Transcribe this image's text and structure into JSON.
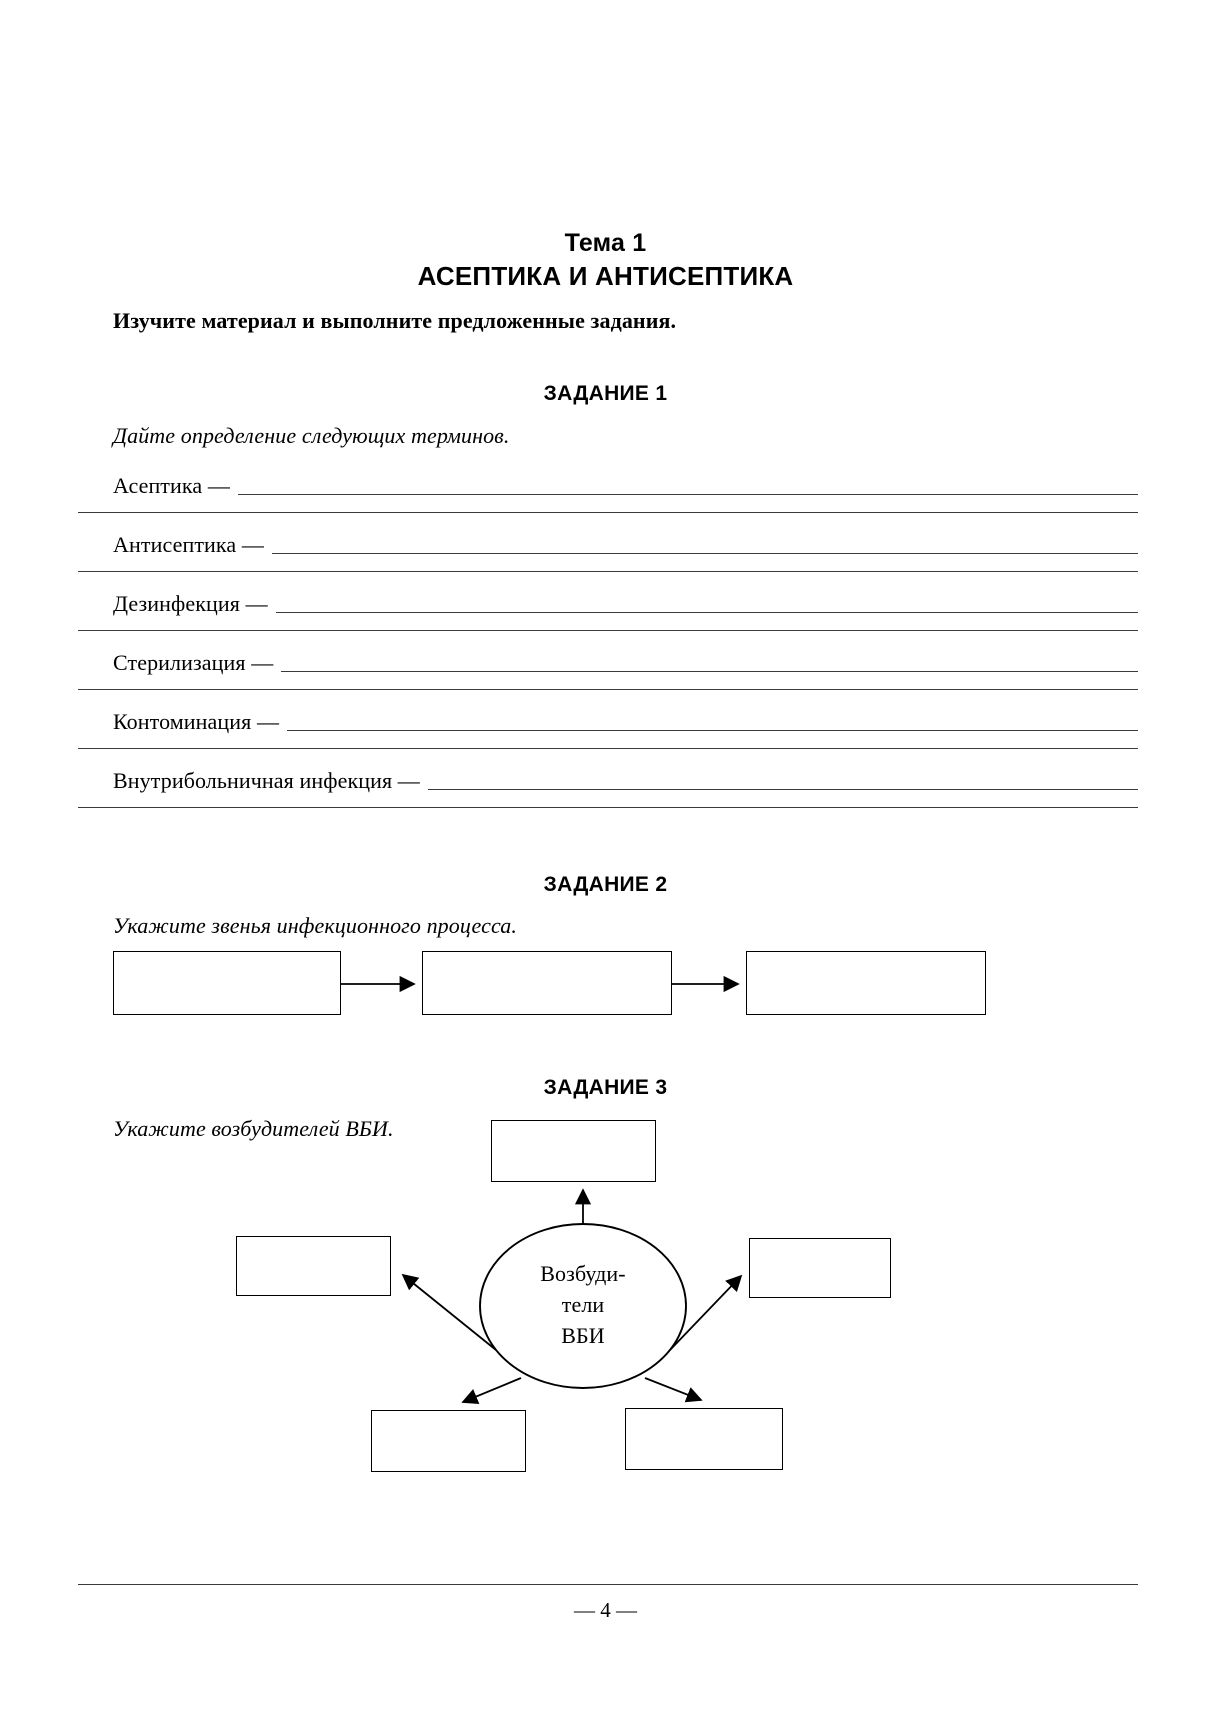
{
  "document": {
    "topic_label": "Тема 1",
    "topic_title": "АСЕПТИКА И АНТИСЕПТИКА",
    "intro": "Изучите материал и выполните предложенные задания.",
    "page_number": "— 4 —"
  },
  "task1": {
    "header": "ЗАДАНИЕ 1",
    "prompt": "Дайте определение следующих терминов.",
    "terms": [
      {
        "label": "Асептика —"
      },
      {
        "label": "Антисептика —"
      },
      {
        "label": "Дезинфекция —"
      },
      {
        "label": "Стерилизация —"
      },
      {
        "label": "Контоминация —"
      },
      {
        "label": "Внутрибольничная инфекция —"
      }
    ]
  },
  "task2": {
    "header": "ЗАДАНИЕ 2",
    "prompt": "Укажите звенья инфекционного процесса.",
    "boxes": [
      {
        "text": ""
      },
      {
        "text": ""
      },
      {
        "text": ""
      }
    ]
  },
  "task3": {
    "header": "ЗАДАНИЕ 3",
    "prompt": "Укажите возбудителей ВБИ.",
    "center": {
      "line1": "Возбуди-",
      "line2": "тели",
      "line3": "ВБИ"
    },
    "boxes": [
      {
        "position": "top",
        "text": ""
      },
      {
        "position": "left",
        "text": ""
      },
      {
        "position": "right",
        "text": ""
      },
      {
        "position": "bottom-left",
        "text": ""
      },
      {
        "position": "bottom-right",
        "text": ""
      }
    ]
  },
  "colors": {
    "ink": "#000000",
    "rule": "#3a3a3a",
    "paper": "#ffffff"
  }
}
